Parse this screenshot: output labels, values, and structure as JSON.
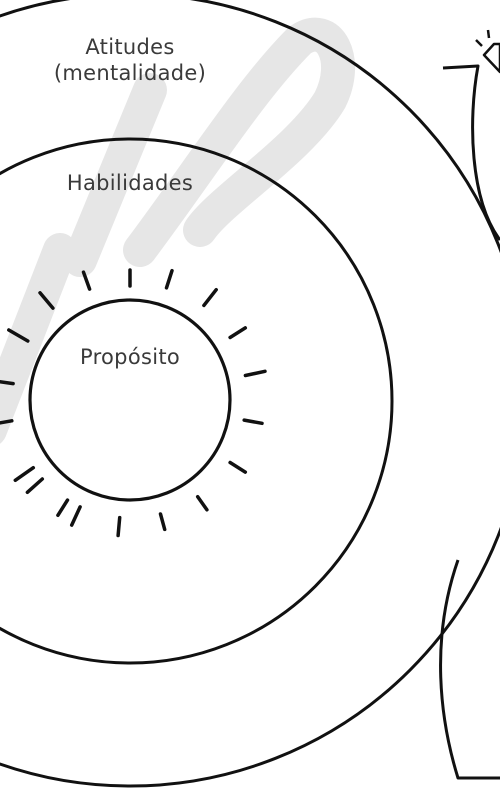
{
  "diagram": {
    "outer_ring_label": "Atitudes (mentalidade)",
    "middle_ring_label": "Habilidades",
    "inner_circle_label": "Propósito",
    "outer_ring_label_lines": [
      "Atitudes",
      "(mentalidade)"
    ]
  },
  "colors": {
    "stroke": "#111111",
    "text": "#3a3a3a",
    "background": "#ffffff",
    "watermark": "#e6e6e6"
  }
}
